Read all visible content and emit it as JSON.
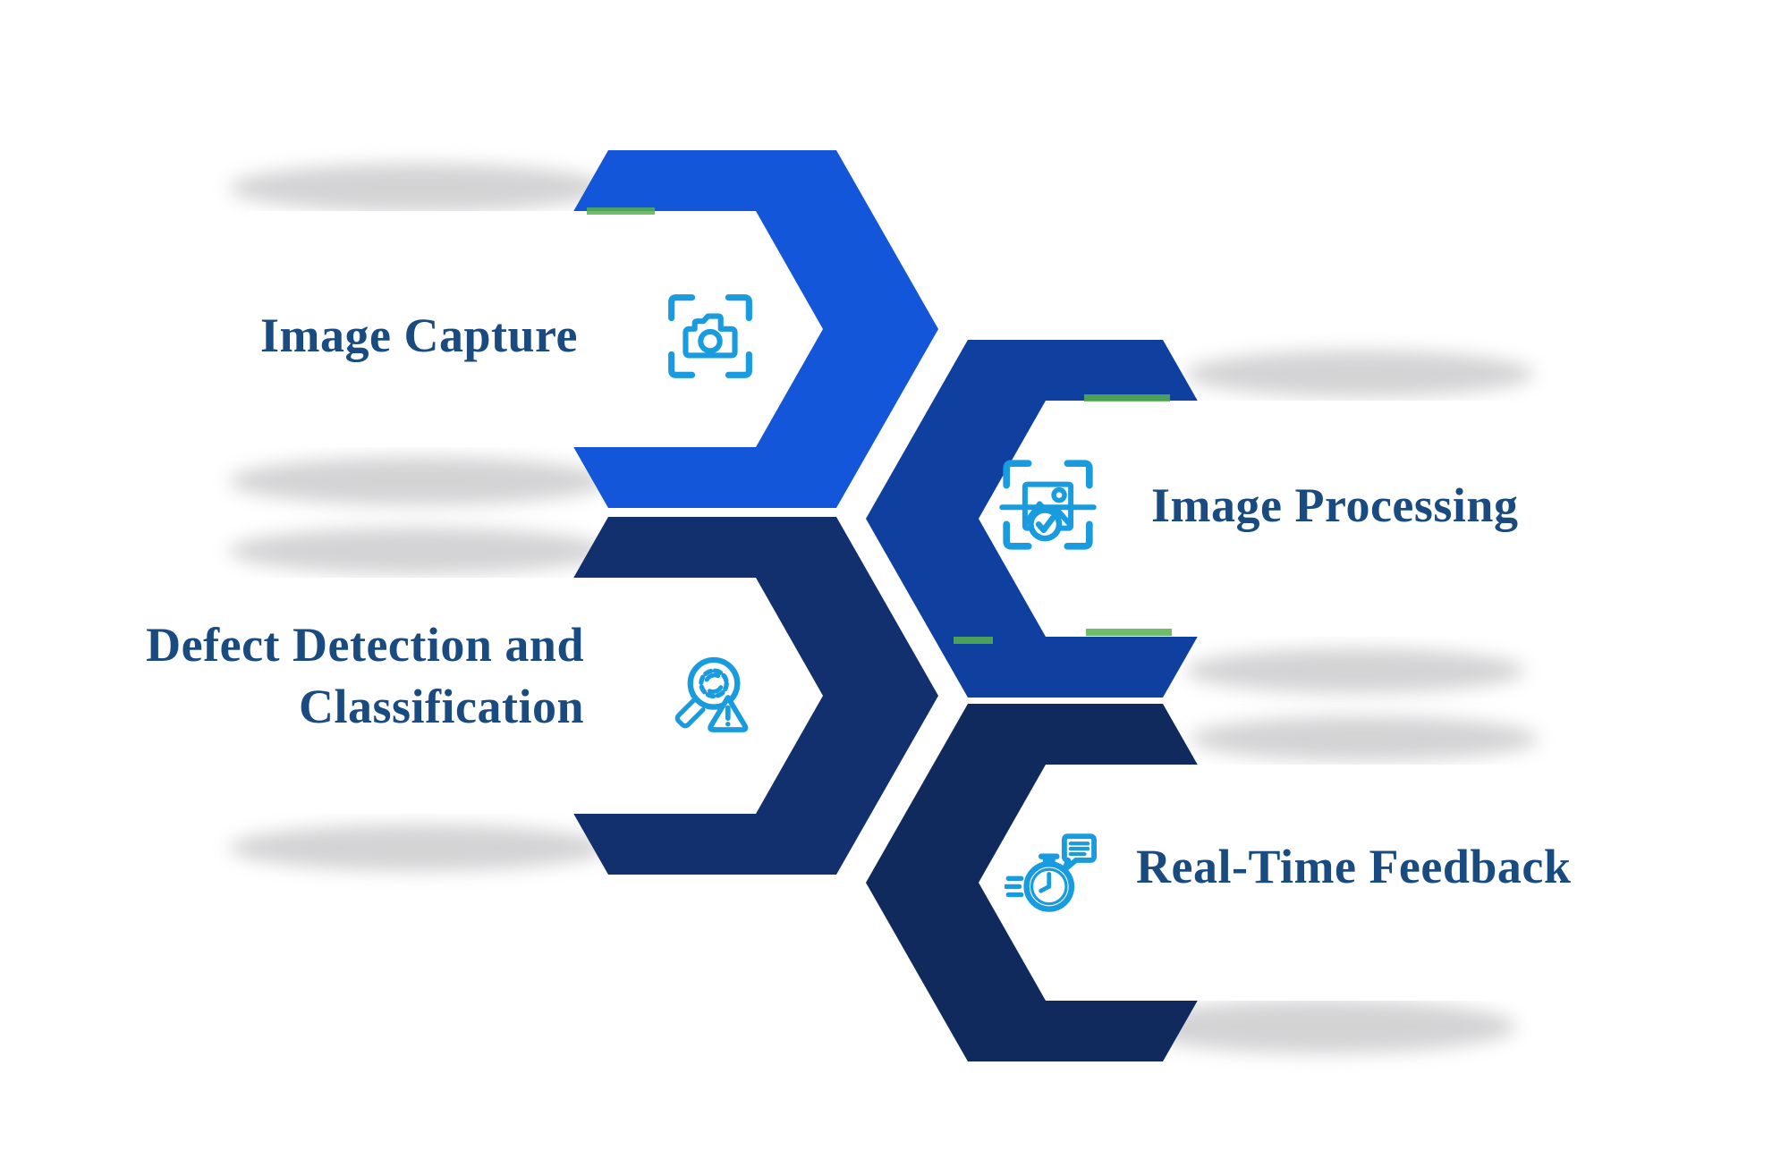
{
  "steps": [
    {
      "label": "Image Capture",
      "lines": [
        "Image Capture"
      ],
      "icon": "camera-capture-icon"
    },
    {
      "label": "Image Processing",
      "lines": [
        "Image Processing"
      ],
      "icon": "image-scan-check-icon"
    },
    {
      "label": "Defect Detection and Classification",
      "lines": [
        "Defect Detection and",
        "Classification"
      ],
      "icon": "magnifier-defect-alert-icon"
    },
    {
      "label": "Real-Time Feedback",
      "lines": [
        "Real-Time Feedback"
      ],
      "icon": "stopwatch-feedback-icon"
    }
  ],
  "colors": {
    "label-text": "#1A4B80",
    "icon-stroke": "#189BDF",
    "step1-shape": "#1356D9",
    "step2-shape": "#0F40A0",
    "step3-shape": "#122F6E",
    "step4-shape": "#102A5E",
    "accent-sliver": "#56B14D",
    "background": "#FFFFFF"
  }
}
